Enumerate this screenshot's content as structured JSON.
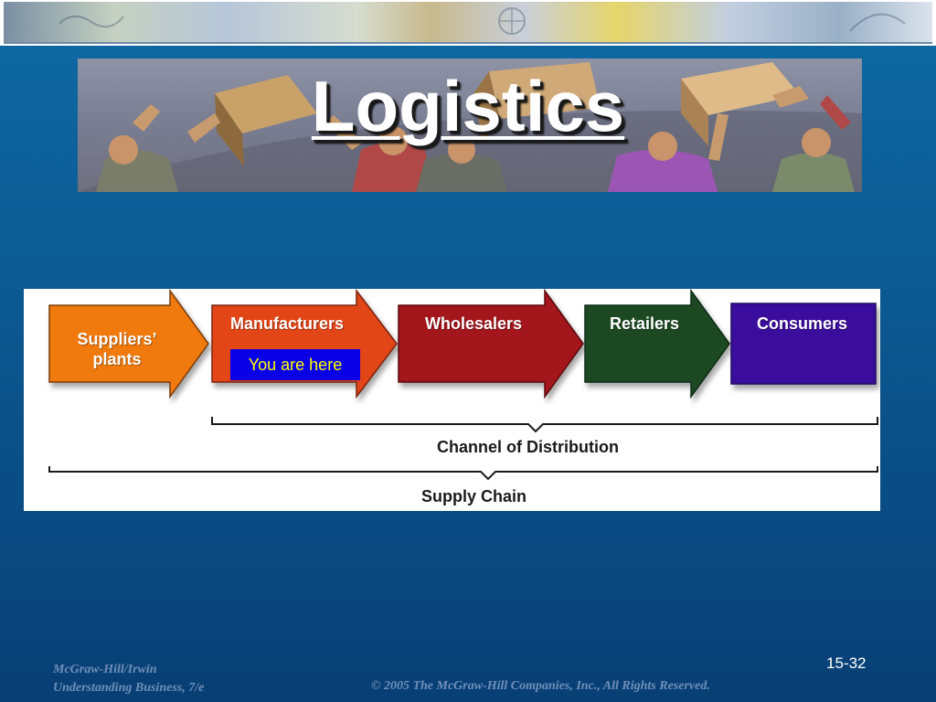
{
  "slide": {
    "title": "Logistics",
    "number": "15-32"
  },
  "diagram": {
    "stages": [
      {
        "label": "Suppliers’ plants",
        "color": "#f07a0a"
      },
      {
        "label": "Manufacturers",
        "color": "#e24414"
      },
      {
        "label": "Wholesalers",
        "color": "#a3121a"
      },
      {
        "label": "Retailers",
        "color": "#1a4a22"
      },
      {
        "label": "Consumers",
        "color": "#3a0f9c"
      }
    ],
    "marker": "You are here",
    "channel_label": "Channel of Distribution",
    "supply_label": "Supply Chain"
  },
  "footer": {
    "publisher": "McGraw-Hill/Irwin",
    "book": "Understanding Business, 7/e",
    "copyright": "© 2005 The McGraw-Hill Companies, Inc., All Rights Reserved."
  }
}
